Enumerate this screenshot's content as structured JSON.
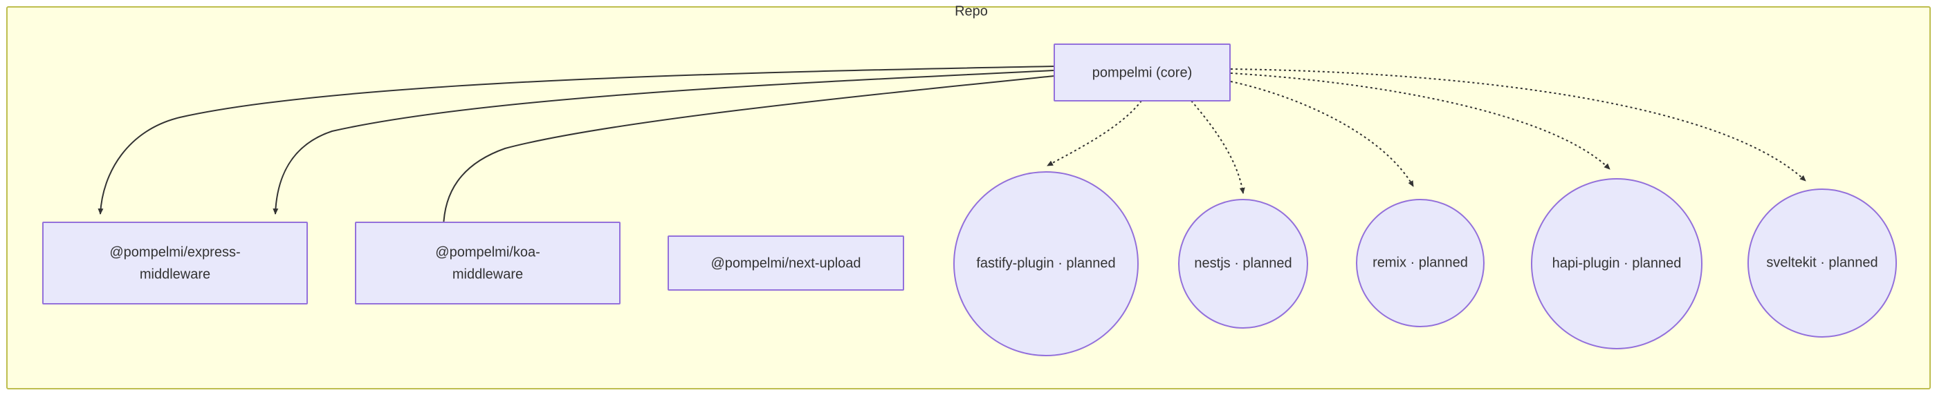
{
  "diagram": {
    "type": "flowchart",
    "direction": "top-down",
    "cluster": {
      "label": "Repo",
      "background_color": "#ffffe0",
      "border_color": "#bdbd4e"
    },
    "node_style": {
      "fill": "#e8e8fb",
      "stroke": "#9370db",
      "text_color": "#333333"
    },
    "edge_style": {
      "solid_color": "#333333",
      "dotted_color": "#333333"
    },
    "root": {
      "id": "core",
      "label": "pompelmi (core)",
      "shape": "rect"
    },
    "nodes": [
      {
        "id": "express",
        "label_line1": "@pompelmi/express-",
        "label_line2": "middleware",
        "shape": "rect",
        "edge": "solid"
      },
      {
        "id": "koa",
        "label_line1": "@pompelmi/koa-",
        "label_line2": "middleware",
        "shape": "rect",
        "edge": "solid"
      },
      {
        "id": "next",
        "label_line1": "@pompelmi/next-upload",
        "label_line2": "",
        "shape": "rect",
        "edge": "solid"
      },
      {
        "id": "fastify",
        "label_line1": "fastify-plugin · planned",
        "label_line2": "",
        "shape": "circle",
        "edge": "dotted"
      },
      {
        "id": "nestjs",
        "label_line1": "nestjs · planned",
        "label_line2": "",
        "shape": "circle",
        "edge": "dotted"
      },
      {
        "id": "remix",
        "label_line1": "remix · planned",
        "label_line2": "",
        "shape": "circle",
        "edge": "dotted"
      },
      {
        "id": "hapi",
        "label_line1": "hapi-plugin · planned",
        "label_line2": "",
        "shape": "circle",
        "edge": "dotted"
      },
      {
        "id": "sveltekit",
        "label_line1": "sveltekit · planned",
        "label_line2": "",
        "shape": "circle",
        "edge": "dotted"
      }
    ]
  }
}
